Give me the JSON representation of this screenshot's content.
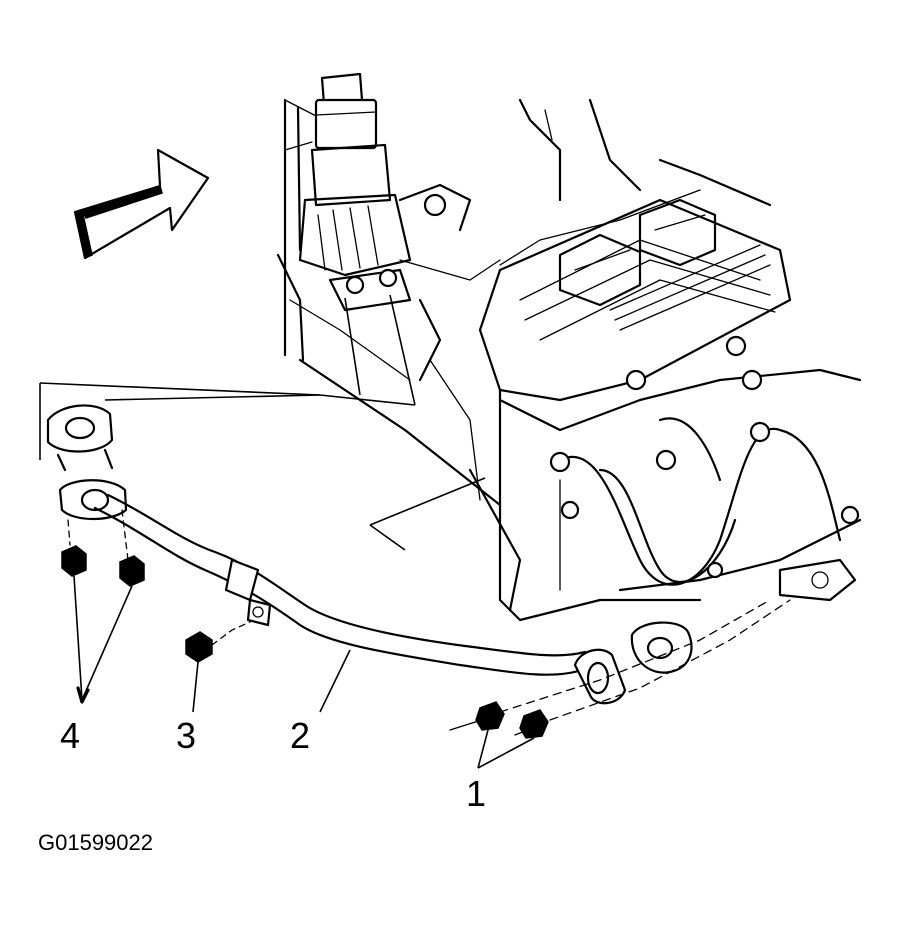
{
  "callouts": {
    "c1": "1",
    "c2": "2",
    "c3": "3",
    "c4": "4"
  },
  "figure_id": "G01599022",
  "colors": {
    "ink": "#000000",
    "paper": "#ffffff"
  },
  "icons": {
    "direction": "direction-arrow-icon"
  }
}
